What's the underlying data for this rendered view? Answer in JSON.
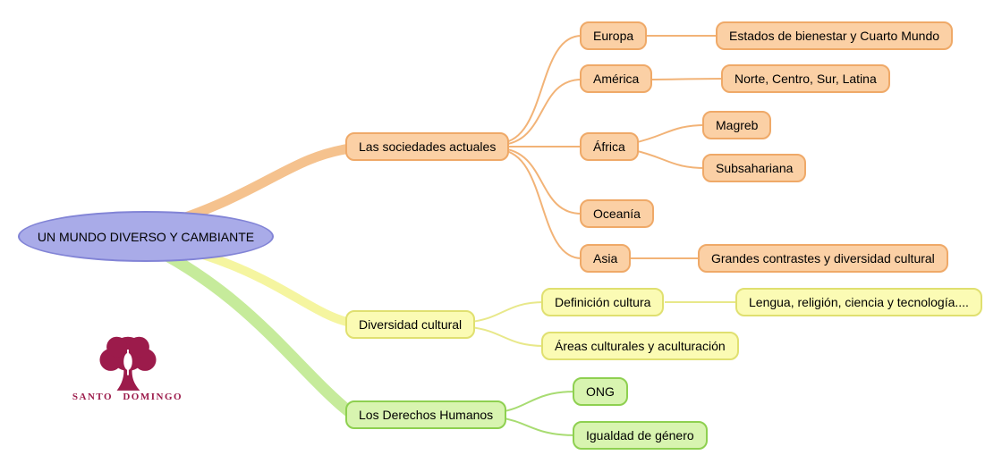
{
  "mindmap": {
    "root": {
      "label": "UN MUNDO DIVERSO Y CAMBIANTE"
    },
    "branches": [
      {
        "label": "Las sociedades actuales",
        "color_fill": "#fbd0a5",
        "color_border": "#efa968",
        "children": [
          {
            "label": "Europa",
            "children": [
              {
                "label": "Estados de bienestar y Cuarto Mundo"
              }
            ]
          },
          {
            "label": "América",
            "children": [
              {
                "label": "Norte, Centro, Sur, Latina"
              }
            ]
          },
          {
            "label": "África",
            "children": [
              {
                "label": "Magreb"
              },
              {
                "label": "Subsahariana"
              }
            ]
          },
          {
            "label": "Oceanía",
            "children": []
          },
          {
            "label": "Asia",
            "children": [
              {
                "label": "Grandes contrastes y diversidad cultural"
              }
            ]
          }
        ]
      },
      {
        "label": "Diversidad cultural",
        "color_fill": "#fbfbb4",
        "color_border": "#e0e070",
        "children": [
          {
            "label": "Definición cultura",
            "children": [
              {
                "label": "Lengua, religión, ciencia y tecnología...."
              }
            ]
          },
          {
            "label": "Áreas culturales y aculturación",
            "children": []
          }
        ]
      },
      {
        "label": "Los Derechos Humanos",
        "color_fill": "#d8f4b0",
        "color_border": "#8ed050",
        "children": [
          {
            "label": "ONG",
            "children": []
          },
          {
            "label": "Igualdad de género",
            "children": []
          }
        ]
      }
    ]
  },
  "colors": {
    "root_fill": "#a9abe8",
    "root_border": "#8284d6",
    "orange_branch_line": "#f5c28e",
    "yellow_branch_line": "#f5f5a0",
    "green_branch_line": "#c6eb9b",
    "logo": "#9c1b4b"
  },
  "logo": {
    "text": "SANTO DOMINGO"
  }
}
